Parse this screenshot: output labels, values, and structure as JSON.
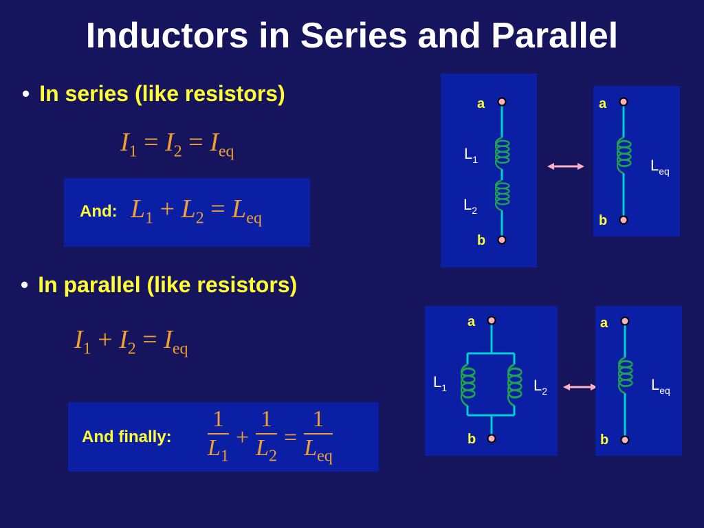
{
  "title": "Inductors in Series and Parallel",
  "series": {
    "bullet": "In series (like resistors)",
    "box_label": "And:"
  },
  "parallel": {
    "bullet": "In parallel (like resistors)",
    "box_label": "And finally:"
  },
  "symbols": {
    "I": "I",
    "L": "L",
    "sub1": "1",
    "sub2": "2",
    "eq": "eq",
    "plus": "+",
    "equals": "=",
    "one": "1"
  },
  "diagram_labels": {
    "a": "a",
    "b": "b",
    "L": "L",
    "sub1": "1",
    "sub2": "2",
    "eq": "eq"
  },
  "colors": {
    "background": "#16145c",
    "panel": "#0a1fa3",
    "title": "#ffffff",
    "bullet_text": "#ffff33",
    "equation": "#f0a030",
    "wire": "#00d0d0",
    "coil": "#20a050",
    "terminal": "#ffb0c0",
    "arrow": "#ffb0c0"
  }
}
